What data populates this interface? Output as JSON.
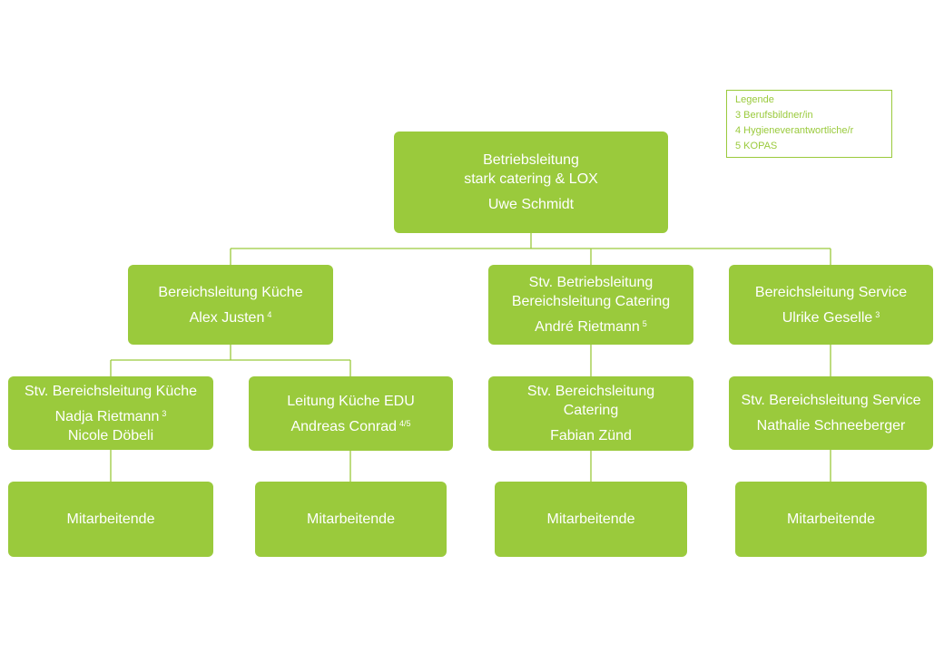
{
  "legend": {
    "title": "Legende",
    "items": [
      "3 Berufsbildner/in",
      "4 Hygieneverantwortliche/r",
      "5 KOPAS"
    ]
  },
  "top": {
    "line1": "Betriebsleitung",
    "line2": "stark catering  & LOX",
    "name": "Uwe Schmidt"
  },
  "kueche": {
    "title": "Bereichsleitung Küche",
    "name": "Alex Justen",
    "sup": "4"
  },
  "catering": {
    "line1": "Stv. Betriebsleitung",
    "line2": "Bereichsleitung Catering",
    "name": "André Rietmann",
    "sup": "5"
  },
  "service": {
    "title": "Bereichsleitung Service",
    "name": "Ulrike Geselle",
    "sup": "3"
  },
  "stv_kueche": {
    "title": "Stv. Bereichsleitung Küche",
    "name1": "Nadja Rietmann",
    "sup": "3",
    "name2": "Nicole Döbeli"
  },
  "edu": {
    "title": "Leitung Küche EDU",
    "name": "Andreas Conrad",
    "sup": "4/5"
  },
  "stv_catering": {
    "line1": "Stv. Bereichsleitung",
    "line2": "Catering",
    "name": "Fabian Zünd"
  },
  "stv_service": {
    "title": "Stv. Bereichsleitung Service",
    "name": "Nathalie Schneeberger"
  },
  "staff_label": "Mitarbeitende"
}
